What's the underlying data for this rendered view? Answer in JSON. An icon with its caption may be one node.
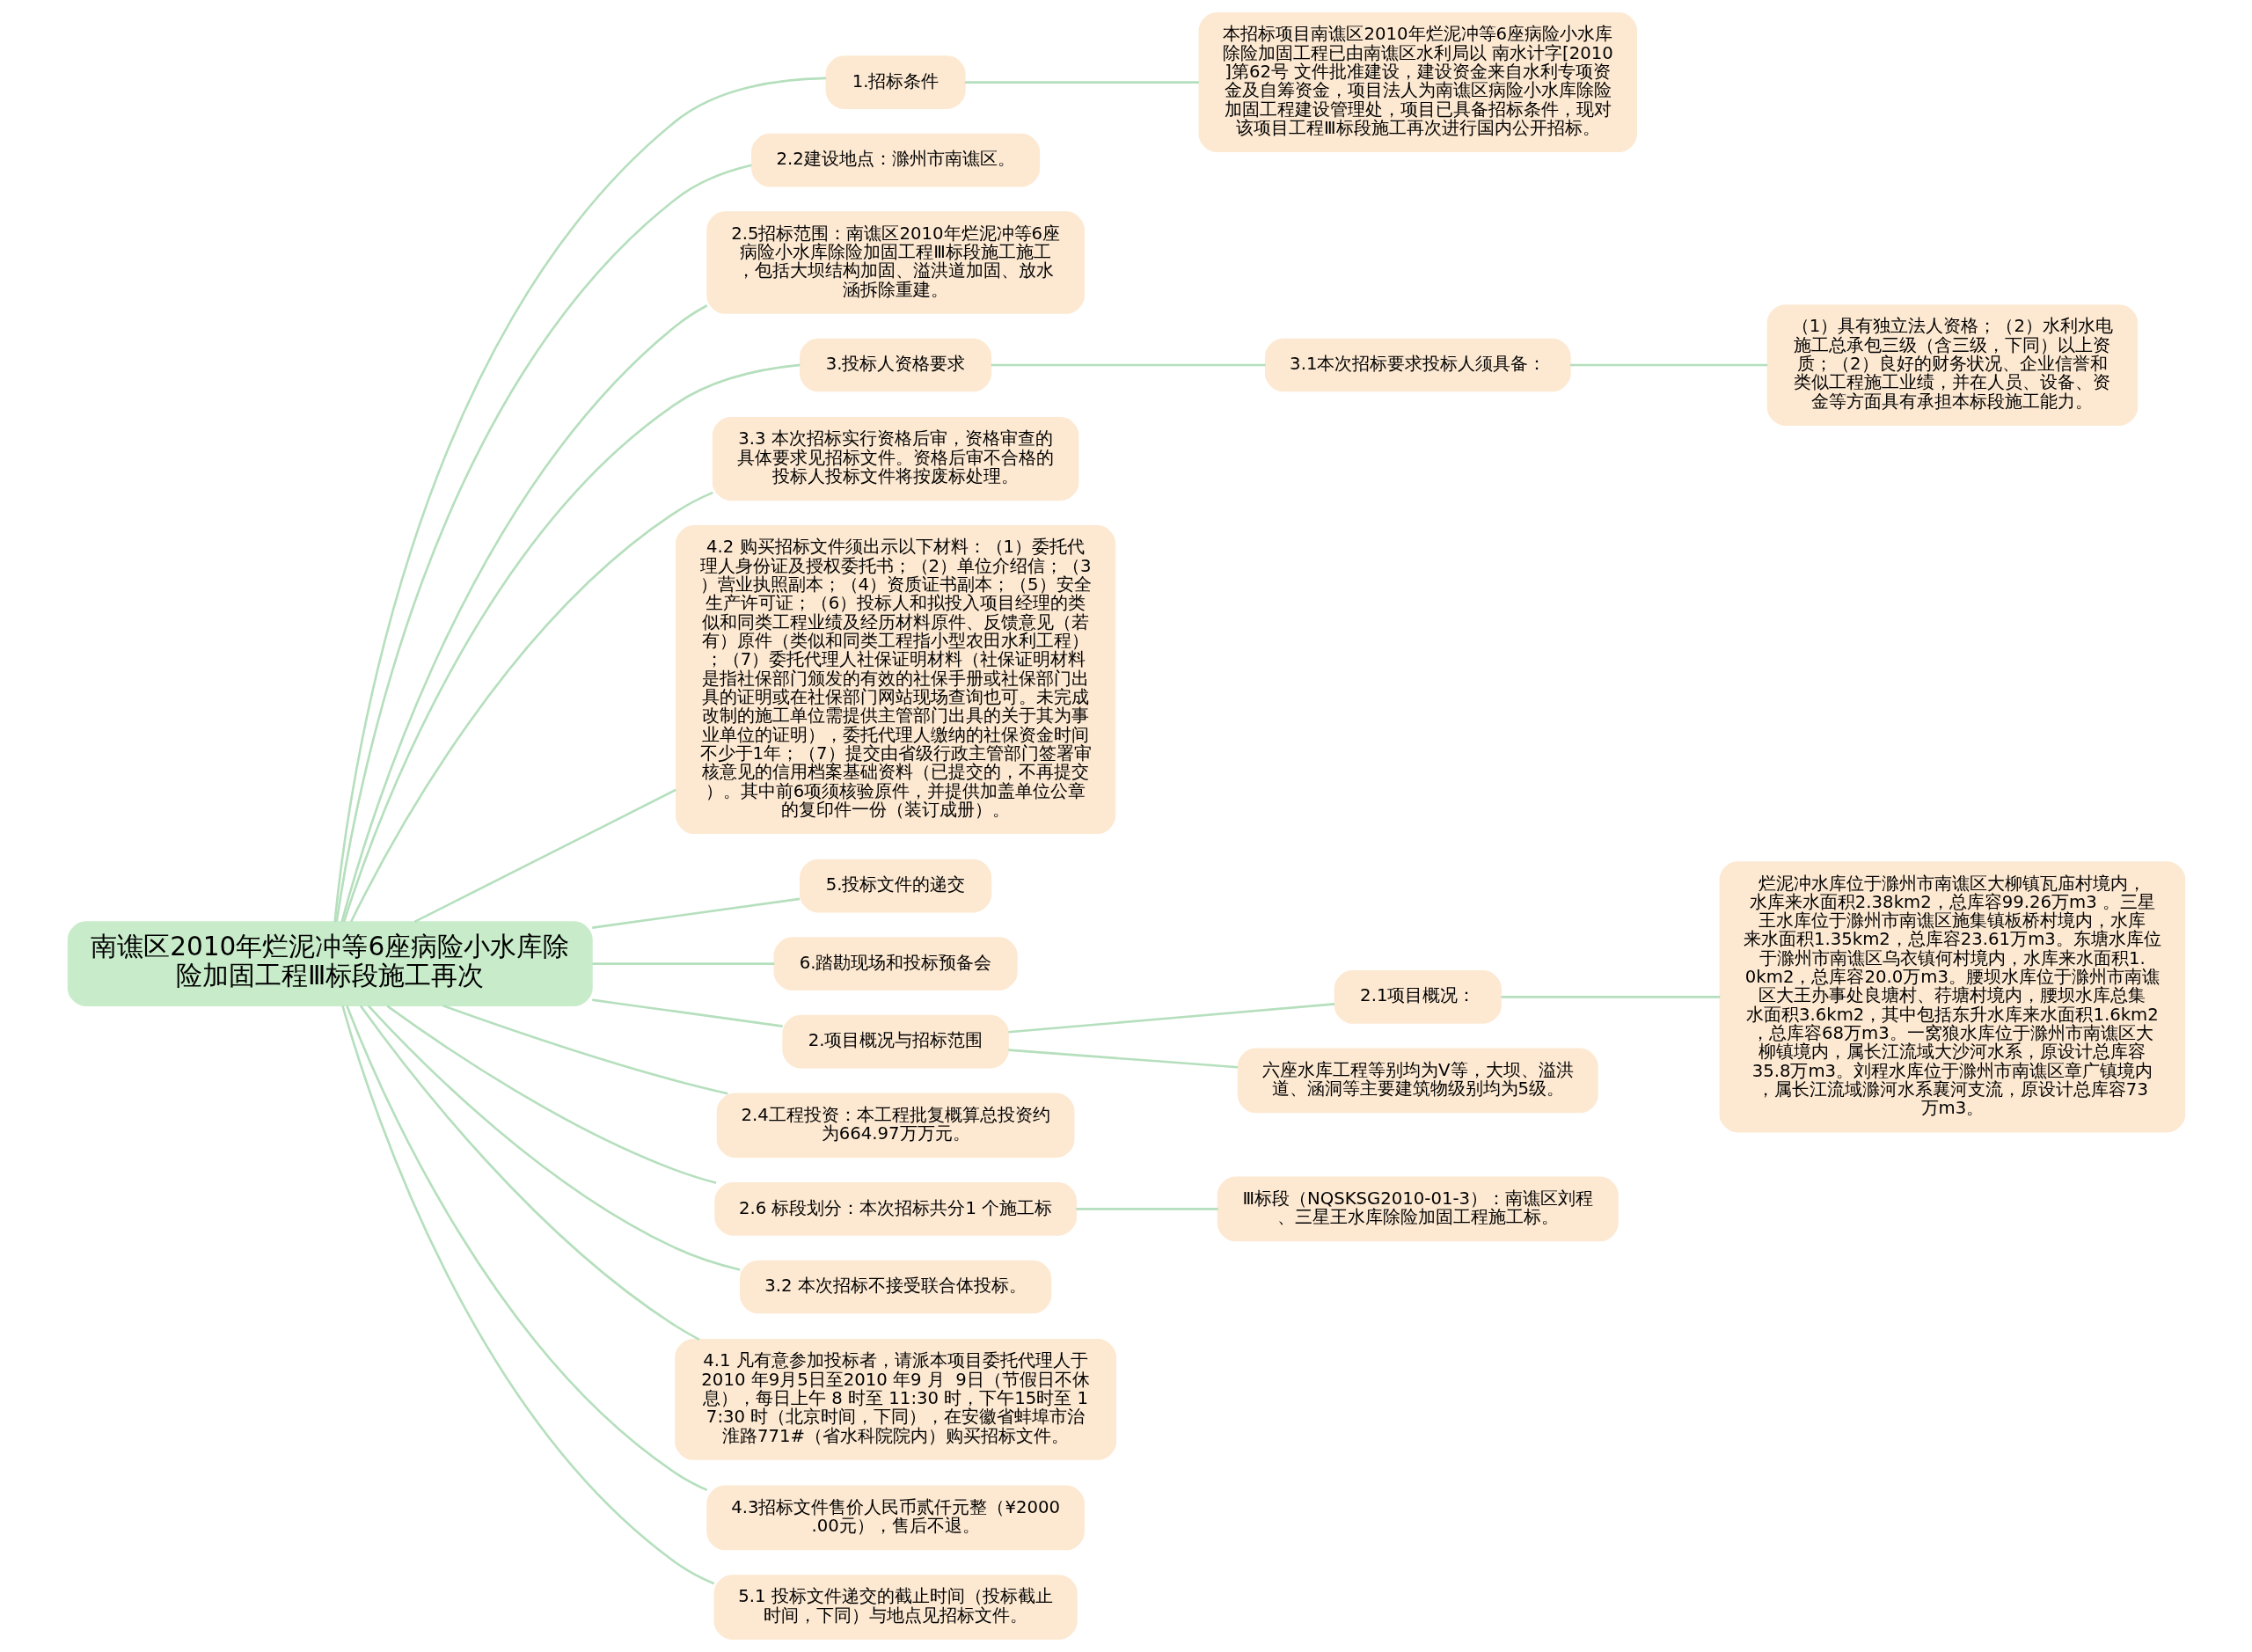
{
  "diagram": {
    "nodes": [
      {
        "text": [
          "南谯区2010年烂泥冲等6座病险小水库除险加固工程Ⅲ标段施工再次"
        ]
      },
      {
        "text": [
          "1.招标条件"
        ]
      },
      {
        "text": [
          "本招标项目南谯区2010年烂泥冲等6座病险小水库除险加固工程已由南谯区水利局以 南水计字[2010]第62号 文件批准建设，建设资金来自水利专项资金及自筹资金，项目法人为南谯区病险小水库除险加固工程建设管理处，项目已具备招标条件，现对该项目工程Ⅲ标段施工再次进行国内公开招标。"
        ]
      },
      {
        "text": [
          "2.2建设地点：滁州市南谯区。"
        ]
      },
      {
        "text": [
          "2.5招标范围：南谯区2010年烂泥冲等6座病险小水库除险加固工程Ⅲ标段施工施工，包括大坝结构加固、溢洪道加固、放水涵拆除重建。"
        ]
      },
      {
        "text": [
          "3.投标人资格要求"
        ]
      },
      {
        "text": [
          "3.1本次招标要求投标人须具备："
        ]
      },
      {
        "text": [
          "（1）具有独立法人资格；（2）水利水电施工总承包三级（含三级，下同）以上资质；（2）良好的财务状况、企业信誉和类似工程施工业绩，并在人员、设备、资金等方面具有承担本标段施工能力。"
        ]
      },
      {
        "text": [
          "3.3 本次招标实行资格后审，资格审查的具体要求见招标文件。资格后审不合格的投标人投标文件将按废标处理。"
        ]
      },
      {
        "text": [
          "4.2 购买招标文件须出示以下材料：（1）委托代理人身份证及授权委托书；（2）单位介绍信；（3）营业执照副本；（4）资质证书副本；（5）安全生产许可证；（6）投标人和拟投入项目经理的类似和同类工程业绩及经历材料原件、反馈意见（若有）原件（类似和同类工程指小型农田水利工程）；（7）委托代理人社保证明材料（社保证明材料是指社保部门颁发的有效的社保手册或社保部门出具的证明或在社保部门网站现场查询也可。未完成改制的施工单位需提供主管部门出具的关于其为事业单位的证明），委托代理人缴纳的社保资金时间不少于1年；（7）提交由省级行政主管部门签署审核意见的信用档案基础资料（已提交的，不再提交）。其中前6项须核验原件，并提供加盖单位公章的复印件一份（装订成册）。"
        ]
      },
      {
        "text": [
          "5.投标文件的递交"
        ]
      },
      {
        "text": [
          "6.踏勘现场和投标预备会"
        ]
      },
      {
        "text": [
          "2.项目概况与招标范围"
        ]
      },
      {
        "text": [
          "2.1项目概况："
        ]
      },
      {
        "text": [
          "烂泥冲水库位于滁州市南谯区大柳镇瓦庙村境内，水库来水面积2.38km2，总库容99.26万m3 。三星王水库位于滁州市南谯区施集镇板桥村境内，水库来水面积1.35km2，总库容23.61万m3。东塘水库位于滁州市南谯区乌衣镇何村境内，水库来水面积1.0km2，总库容20.0万m3。腰坝水库位于滁州市南谯区大王办事处良塘村、荇塘村境内，腰坝水库总集水面积3.6km2，其中包括东升水库来水面积1.6km2，总库容68万m3。一窝狼水库位于滁州市南谯区大柳镇境内，属长江流域大沙河水系，原设计总库容35.8万m3。刘程水库位于滁州市南谯区章广镇境内，属长江流域滁河水系襄河支流，原设计总库容73万m3。"
        ]
      },
      {
        "text": [
          "六座水库工程等别均为Ⅴ等，大坝、溢洪道、涵洞等主要建筑物级别均为5级。"
        ]
      },
      {
        "text": [
          "2.4工程投资：本工程批复概算总投资约为664.97万万元。"
        ]
      },
      {
        "text": [
          "2.6 标段划分：本次招标共分1 个施工标"
        ]
      },
      {
        "text": [
          "Ⅲ标段（NQSKSG2010-01-3）：南谯区刘程、三星王水库除险加固工程施工标。"
        ]
      },
      {
        "text": [
          "3.2 本次招标不接受联合体投标。"
        ]
      },
      {
        "text": [
          "4.1 凡有意参加投标者，请派本项目委托代理人于 2010 年9月5日至2010 年9 月  9日（节假日不休息），每日上午 8 时至 11:30 时，下午15时至 17:30 时（北京时间，下同），在安徽省蚌埠市治淮路771#（省水科院院内）购买招标文件。"
        ]
      },
      {
        "text": [
          "4.3招标文件售价人民币贰仟元整（¥2000.00元），售后不退。"
        ]
      },
      {
        "text": [
          "5.1 投标文件递交的截止时间（投标截止时间，下同）与地点见招标文件。"
        ]
      }
    ],
    "edges": [
      {
        "from": 0,
        "to": 1,
        "arrow": "none"
      },
      {
        "from": 1,
        "to": 2,
        "arrow": "none"
      },
      {
        "from": 0,
        "to": 3,
        "arrow": "none"
      },
      {
        "from": 0,
        "to": 4,
        "arrow": "none"
      },
      {
        "from": 0,
        "to": 5,
        "arrow": "none"
      },
      {
        "from": 5,
        "to": 6,
        "arrow": "none"
      },
      {
        "from": 6,
        "to": 7,
        "arrow": "none"
      },
      {
        "from": 0,
        "to": 8,
        "arrow": "none"
      },
      {
        "from": 0,
        "to": 9,
        "arrow": "none"
      },
      {
        "from": 0,
        "to": 10,
        "arrow": "none"
      },
      {
        "from": 0,
        "to": 11,
        "arrow": "none"
      },
      {
        "from": 0,
        "to": 12,
        "arrow": "none"
      },
      {
        "from": 12,
        "to": 13,
        "arrow": "none"
      },
      {
        "from": 13,
        "to": 14,
        "arrow": "none"
      },
      {
        "from": 12,
        "to": 15,
        "arrow": "none"
      },
      {
        "from": 0,
        "to": 16,
        "arrow": "none"
      },
      {
        "from": 0,
        "to": 17,
        "arrow": "none"
      },
      {
        "from": 17,
        "to": 18,
        "arrow": "none"
      },
      {
        "from": 0,
        "to": 19,
        "arrow": "none"
      },
      {
        "from": 0,
        "to": 20,
        "arrow": "none"
      },
      {
        "from": 0,
        "to": 21,
        "arrow": "none"
      },
      {
        "from": 0,
        "to": 22,
        "arrow": "none"
      }
    ]
  }
}
